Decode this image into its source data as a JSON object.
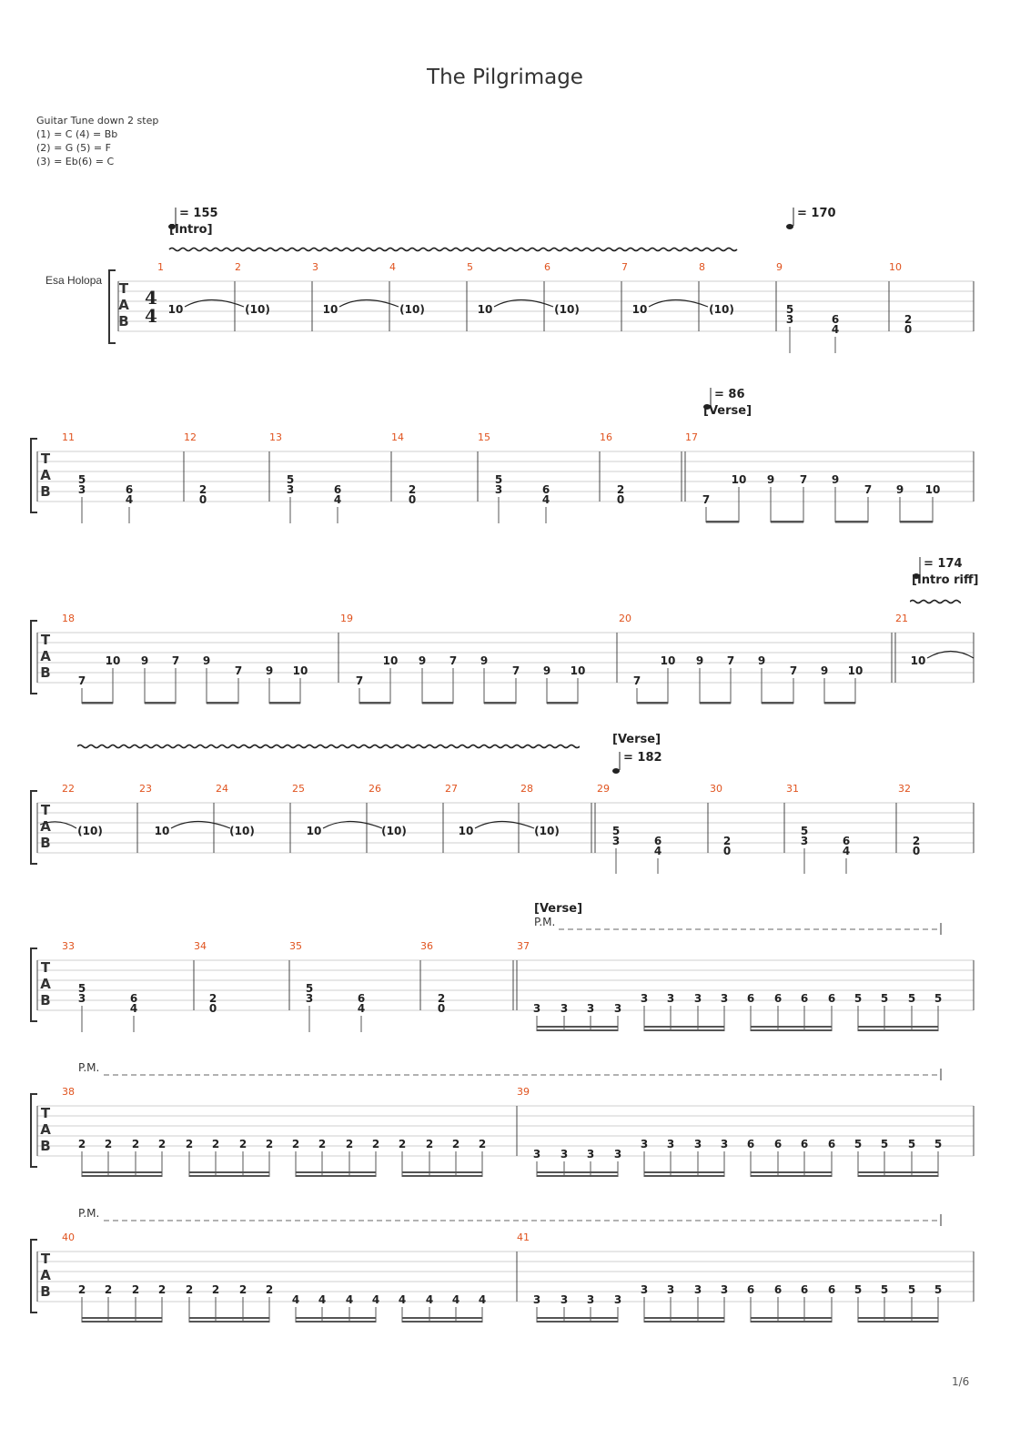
{
  "title": "The Pilgrimage",
  "tuning": {
    "heading": "Guitar Tune down 2 step",
    "lines": [
      "(1) = C (4) = Bb",
      "(2) = G (5) = F",
      "(3) = Eb(6) = C"
    ]
  },
  "track_name": "Esa Holopa",
  "time_signature": {
    "top": "4",
    "bottom": "4"
  },
  "tab_letters": [
    "T",
    "A",
    "B"
  ],
  "tempo_prefix": "= ",
  "tempos": [
    "155",
    "170",
    "86",
    "174",
    "182"
  ],
  "sections": [
    "[Intro]",
    "[Verse]",
    "[Intro riff]",
    "[Verse]",
    "[Verse]"
  ],
  "palm_mute": "P.M.",
  "measure_numbers": [
    "1",
    "2",
    "3",
    "4",
    "5",
    "6",
    "7",
    "8",
    "9",
    "10",
    "11",
    "12",
    "13",
    "14",
    "15",
    "16",
    "17",
    "18",
    "19",
    "20",
    "21",
    "22",
    "23",
    "24",
    "25",
    "26",
    "27",
    "28",
    "29",
    "30",
    "31",
    "32",
    "33",
    "34",
    "35",
    "36",
    "37",
    "38",
    "39",
    "40",
    "41"
  ],
  "page_number": "1/6"
}
